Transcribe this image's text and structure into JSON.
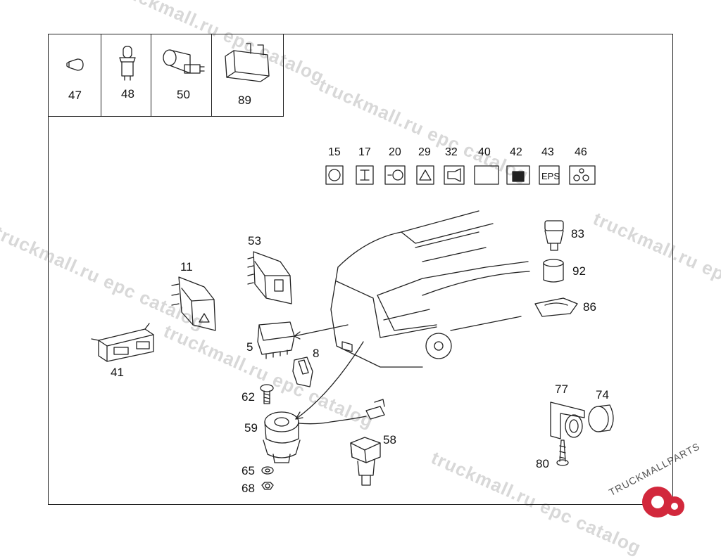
{
  "watermark": "truckmall.ru epc catalog",
  "brand": {
    "name": "TRUCKMALLPARTS",
    "color": "#d2283c"
  },
  "top_parts": [
    "47",
    "48",
    "50",
    "89"
  ],
  "icon_numbers": [
    "15",
    "17",
    "20",
    "29",
    "32",
    "40",
    "42",
    "43",
    "46"
  ],
  "icon_texts": {
    "eps": "EPS"
  },
  "part_numbers": {
    "p53": "53",
    "p11": "11",
    "p5": "5",
    "p8": "8",
    "p41": "41",
    "p62": "62",
    "p59": "59",
    "p58": "58",
    "p65": "65",
    "p68": "68",
    "p83": "83",
    "p92": "92",
    "p86": "86",
    "p77": "77",
    "p74": "74",
    "p80": "80"
  }
}
